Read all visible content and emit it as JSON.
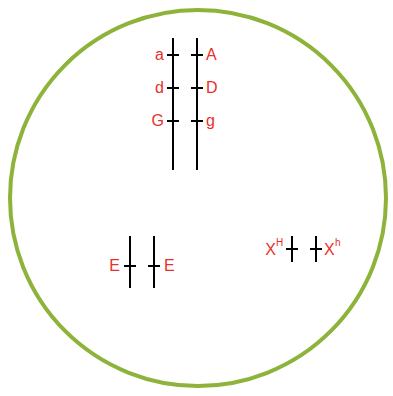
{
  "diagram": {
    "labels": [
      "a",
      "A",
      "d",
      "D",
      "G",
      "g",
      "E",
      "E",
      "X",
      "H",
      "X",
      "h"
    ]
  }
}
